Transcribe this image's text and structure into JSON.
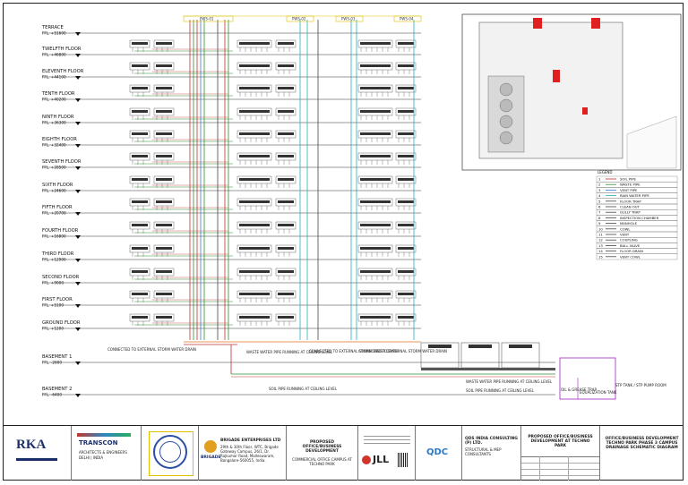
{
  "floors": [
    {
      "name": "TERRACE",
      "ffl": "FFL. +51600"
    },
    {
      "name": "TWELFTH FLOOR",
      "ffl": "FFL. +46800"
    },
    {
      "name": "ELEVENTH FLOOR",
      "ffl": "FFL. +44100"
    },
    {
      "name": "TENTH FLOOR",
      "ffl": "FFL. +40200"
    },
    {
      "name": "NINTH FLOOR",
      "ffl": "FFL. +36300"
    },
    {
      "name": "EIGHTH FLOOR",
      "ffl": "FFL. +32400"
    },
    {
      "name": "SEVENTH FLOOR",
      "ffl": "FFL. +28500"
    },
    {
      "name": "SIXTH FLOOR",
      "ffl": "FFL. +24600"
    },
    {
      "name": "FIFTH FLOOR",
      "ffl": "FFL. +20700"
    },
    {
      "name": "FOURTH FLOOR",
      "ffl": "FFL. +16800"
    },
    {
      "name": "THIRD FLOOR",
      "ffl": "FFL. +12900"
    },
    {
      "name": "SECOND FLOOR",
      "ffl": "FFL. +9000"
    },
    {
      "name": "FIRST FLOOR",
      "ffl": "FFL. +5100"
    },
    {
      "name": "GROUND FLOOR",
      "ffl": "FFL. +1200"
    },
    {
      "name": "BASEMENT 1",
      "ffl": "FFL. -2600"
    },
    {
      "name": "BASEMENT 2",
      "ffl": "FFL. -6400"
    }
  ],
  "shafts": [
    "PWS-01",
    "PWS-02",
    "PWS-03",
    "PWS-04"
  ],
  "annotations": {
    "connected_1": "CONNECTED TO EXTERNAL STORM WATER DRAIN",
    "connected_2": "CONNECTED TO EXTERNAL STORM WATER DRAIN",
    "connected_3": "CONNECTED TO EXTERNAL STORM WATER DRAIN",
    "waste_pipe": "WASTE WATER PIPE RUNNING AT CEILING LEVEL",
    "soil_pipe": "SOIL PIPE RUNNING AT CEILING LEVEL",
    "waste_pipe_2": "WASTE WATER PIPE RUNNING AT CEILING LEVEL",
    "soil_pipe_2": "SOIL PIPE RUNNING AT CEILING LEVEL",
    "equalization_tank": "EQUALIZATION TANK",
    "stp_tank": "STP TANK / STP PUMP ROOM",
    "oil_water": "OIL & GREASE TRAP"
  },
  "legend_title": "LEGEND",
  "legend_rows": [
    {
      "code": "1",
      "label": "SOIL PIPE",
      "color": "#c03030"
    },
    {
      "code": "2",
      "label": "WASTE PIPE",
      "color": "#2f8f2f"
    },
    {
      "code": "3",
      "label": "VENT PIPE",
      "color": "#3a7bd5"
    },
    {
      "code": "4",
      "label": "RAIN WATER PIPE",
      "color": "#20b0c0"
    },
    {
      "code": "5",
      "label": "FLOOR TRAP",
      "color": "#444444"
    },
    {
      "code": "6",
      "label": "CLEAN OUT",
      "color": "#444444"
    },
    {
      "code": "7",
      "label": "GULLY TRAP",
      "color": "#444444"
    },
    {
      "code": "8",
      "label": "INSPECTION CHAMBER",
      "color": "#444444"
    },
    {
      "code": "9",
      "label": "MANHOLE",
      "color": "#444444"
    },
    {
      "code": "10",
      "label": "COWL",
      "color": "#444444"
    },
    {
      "code": "11",
      "label": "VENT",
      "color": "#444444"
    },
    {
      "code": "12",
      "label": "COUPLING",
      "color": "#444444"
    },
    {
      "code": "13",
      "label": "BALL VALVE",
      "color": "#444444"
    },
    {
      "code": "14",
      "label": "FLOOR DRAIN",
      "color": "#444444"
    },
    {
      "code": "15",
      "label": "VENT COWL",
      "color": "#444444"
    }
  ],
  "titleblock": {
    "rka_logo": "RKA",
    "consultant_1_name": "TRANSCON",
    "consultant_1_lines": [
      "ARCHITECTS & ENGINEERS",
      "DELHI | INDIA"
    ],
    "client_name": "BRIGADE ENTERPRISES LTD",
    "client_address": "29th & 30th Floor, WTC, Brigade Gateway Campus, 26/1, Dr. Rajkumar Road, Malleswaram, Bangalore-560055, India.",
    "client_logo": "BRIGADE",
    "project_title": "PROPOSED OFFICE/BUSINESS DEVELOPMENT",
    "project_sub": "COMMERCIAL OFFICE CAMPUS AT TECHNO PARK",
    "jll_label": "JLL",
    "qdc_label": "QDC",
    "qdc_firm": "QDS INDIA CONSULTING (P) LTD.",
    "qdc_sub": "STRUCTURAL & MEP CONSULTANTS",
    "drawing_title": "PROPOSED OFFICE/BUSINESS DEVELOPMENT AT TECHNO PARK",
    "drawing_name": "OFFICE/BUSINESS DEVELOPMENT TECHNO PARK PHASE 3 CAMPUS DRAINAGE SCHEMATIC DIAGRAM"
  }
}
